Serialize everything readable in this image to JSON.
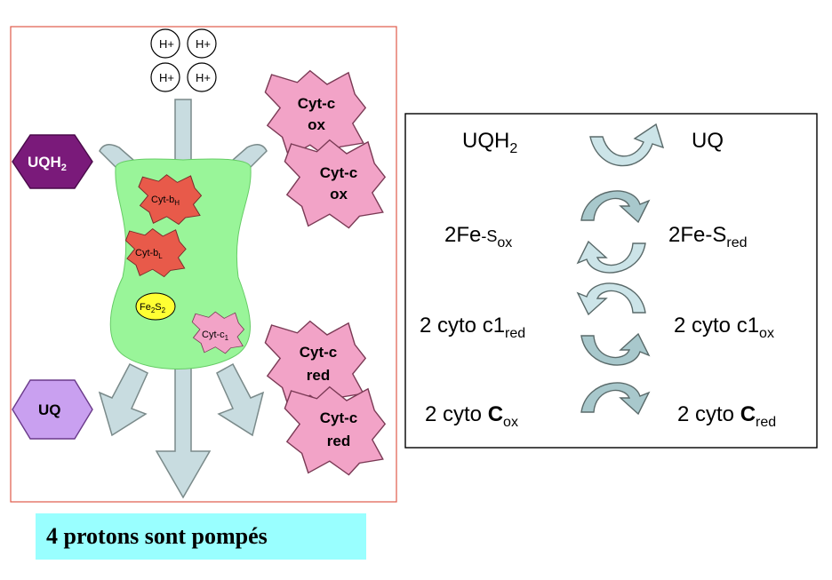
{
  "colors": {
    "panel_border": "#e05a4a",
    "complex_fill": "#99f599",
    "cyt_c_fill": "#f2a3c7",
    "cyt_b_fill": "#e85a4a",
    "fes_fill": "#ffff33",
    "uqh2_fill": "#7a1a7a",
    "uq_fill": "#c9a0f0",
    "arrow_fill": "#c8dce0",
    "arrow_stroke": "#7a8a8a",
    "cycle_arrow_dark": "#a8c8cc",
    "cycle_arrow_light": "#cce4e8",
    "caption_bg": "#99ffff"
  },
  "left_panel": {
    "protons": [
      "H+",
      "H+",
      "H+",
      "H+"
    ],
    "uqh2": {
      "base": "UQH",
      "sub": "2"
    },
    "uq": "UQ",
    "cyt_bh": {
      "base": "Cyt-b",
      "sub": "H"
    },
    "cyt_bl": {
      "base": "Cyt-b",
      "sub": "L"
    },
    "fes": {
      "a": "Fe",
      "a_sub": "2",
      "b": "S",
      "b_sub": "2"
    },
    "cyt_c1": {
      "base": "Cyt-c",
      "sub": "1"
    },
    "cyt_c_ox": [
      "Cyt-c",
      "ox"
    ],
    "cyt_c_red": [
      "Cyt-c",
      "red"
    ]
  },
  "right_panel": {
    "row1": {
      "left_base": "UQH",
      "left_sub": "2",
      "right": "UQ",
      "arrow_icon": "curved-arrow-icon"
    },
    "row2": {
      "left_base": "2Fe",
      "left_mid": "-S",
      "left_sub": "ox",
      "right_base": "2Fe",
      "right_mid": "-S",
      "right_sub": "red",
      "arrow_icon": "cycle-arrows-icon"
    },
    "row3": {
      "left_base": "2 cyto c1",
      "left_sub": "red",
      "right_base": "2 cyto c1",
      "right_sub": "ox",
      "arrow_icon": "cycle-arrows-icon"
    },
    "row4": {
      "left_base": "2 cyto ",
      "left_bold": "C",
      "left_sub": "ox",
      "right_base": "2 cyto ",
      "right_bold": "C",
      "right_sub": "red",
      "arrow_icon": "curved-arrow-icon"
    }
  },
  "caption": "4 protons sont pompés"
}
